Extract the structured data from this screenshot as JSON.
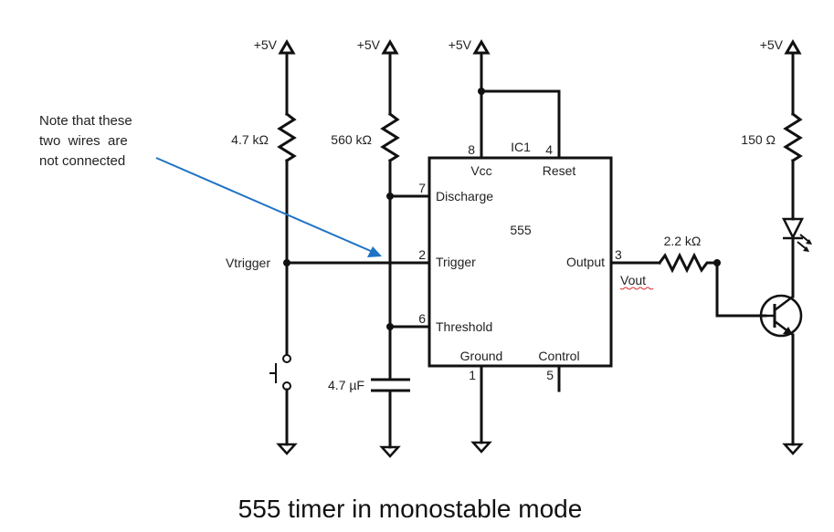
{
  "diagram": {
    "title": "555 timer in monostable mode",
    "note": {
      "lines": [
        "Note that these",
        "two  wires  are",
        "not connected"
      ],
      "arrow_color": "#1f73c4"
    },
    "supply_labels": [
      "+5V",
      "+5V",
      "+5V",
      "+5V"
    ],
    "components": {
      "r1": "4.7 kΩ",
      "r2": "560 kΩ",
      "r3": "2.2 kΩ",
      "r4": "150 Ω",
      "c1": "4.7 µF"
    },
    "nets": {
      "vtrigger": "Vtrigger",
      "vout": "Vout"
    },
    "ic": {
      "ref": "IC1",
      "part": "555",
      "pins": [
        {
          "num": "8",
          "name": "Vcc"
        },
        {
          "num": "4",
          "name": "Reset"
        },
        {
          "num": "7",
          "name": "Discharge"
        },
        {
          "num": "2",
          "name": "Trigger"
        },
        {
          "num": "3",
          "name": "Output"
        },
        {
          "num": "6",
          "name": "Threshold"
        },
        {
          "num": "1",
          "name": "Ground"
        },
        {
          "num": "5",
          "name": "Control"
        }
      ]
    }
  }
}
